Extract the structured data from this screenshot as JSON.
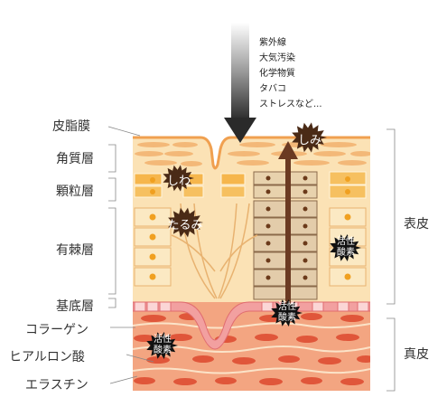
{
  "causes": [
    "紫外線",
    "大気汚染",
    "化学物質",
    "タバコ",
    "ストレスなど..."
  ],
  "layers_left": {
    "sebum": "皮脂膜",
    "stratum_corneum": "角質層",
    "granular": "顆粒層",
    "spinous": "有棘層",
    "basal": "基底層",
    "collagen": "コラーゲン",
    "hyaluronic": "ヒアルロン酸",
    "elastin": "エラスチン"
  },
  "layers_right": {
    "epidermis": "表皮",
    "dermis": "真皮"
  },
  "badges": {
    "wrinkle": "しわ",
    "sagging": "たるみ",
    "spot": "しみ",
    "ros_1": "活性\n酸素",
    "ros_2": "活性\n酸素",
    "ros_3": "活性\n酸素"
  },
  "colors": {
    "badge_dark": "#4a2a16",
    "ros_black": "#111111",
    "arrow_dark": "#3a2a20",
    "spot_arrow": "#6b3a22",
    "skin_top": "#f4c48a",
    "dermis": "#f0a37c",
    "dot_orange": "#f0a020",
    "dot_brown": "#6b3a1a"
  }
}
